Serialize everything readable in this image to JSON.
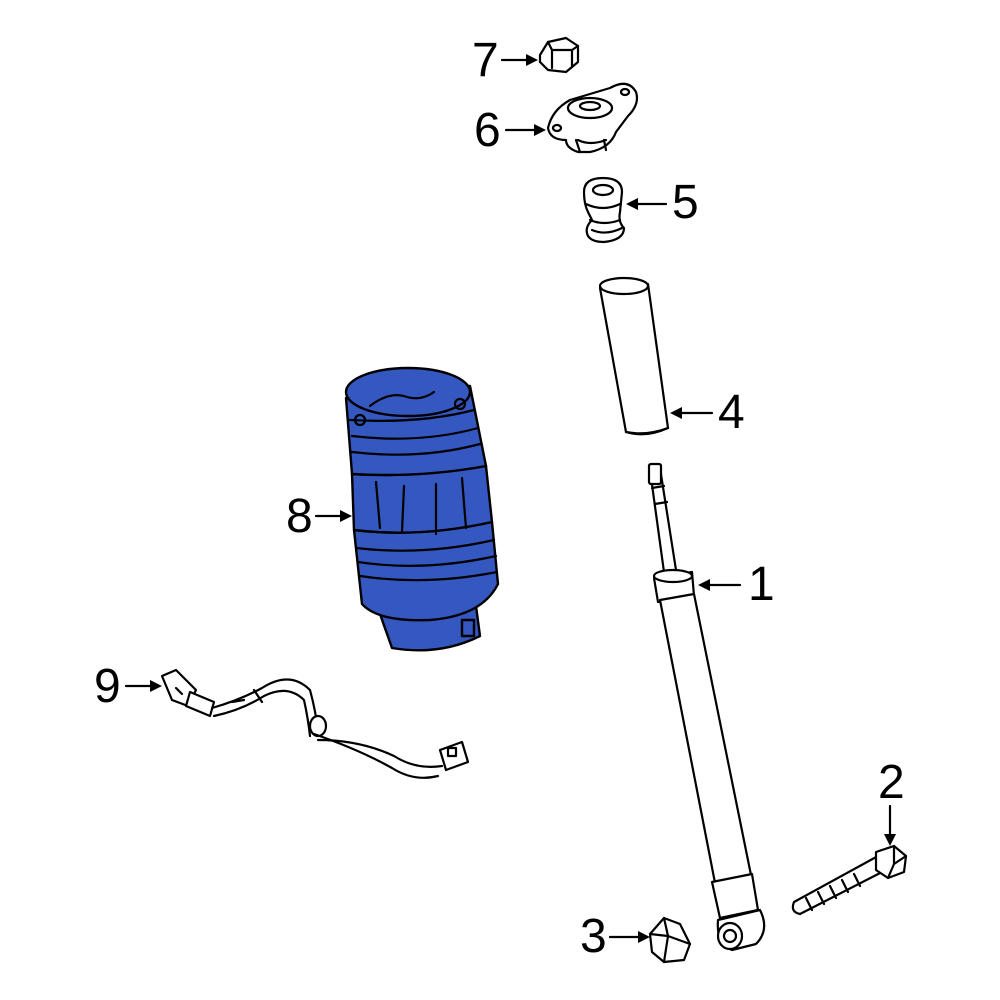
{
  "diagram": {
    "highlight_color": "#3457C0",
    "outline_color": "#000000",
    "background_color": "#FFFFFF",
    "callouts": {
      "shock_absorber": "1",
      "bolt": "2",
      "nut_lower": "3",
      "dust_boot": "4",
      "bump_stop": "5",
      "upper_mount": "6",
      "nut_upper": "7",
      "air_spring": "8",
      "sensor_harness": "9"
    }
  }
}
